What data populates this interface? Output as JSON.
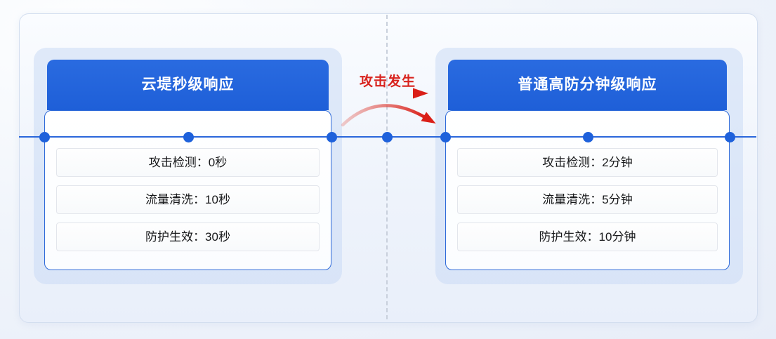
{
  "annotation": {
    "label": "攻击发生",
    "color": "#d8231e"
  },
  "timeline": {
    "node_count": 7,
    "color": "#2a67db",
    "dot_color": "#1e61db"
  },
  "colors": {
    "header_blue": "#2164dd",
    "card_border_blue": "#2e6ad9",
    "accent_red": "#da1f18",
    "backdrop_blue": "#d6e2f6"
  },
  "cards": [
    {
      "title": "云堤秒级响应",
      "rows": [
        "攻击检测：0秒",
        "流量清洗：10秒",
        "防护生效：30秒"
      ]
    },
    {
      "title": "普通高防分钟级响应",
      "rows": [
        "攻击检测：2分钟",
        "流量清洗：5分钟",
        "防护生效：10分钟"
      ]
    }
  ]
}
